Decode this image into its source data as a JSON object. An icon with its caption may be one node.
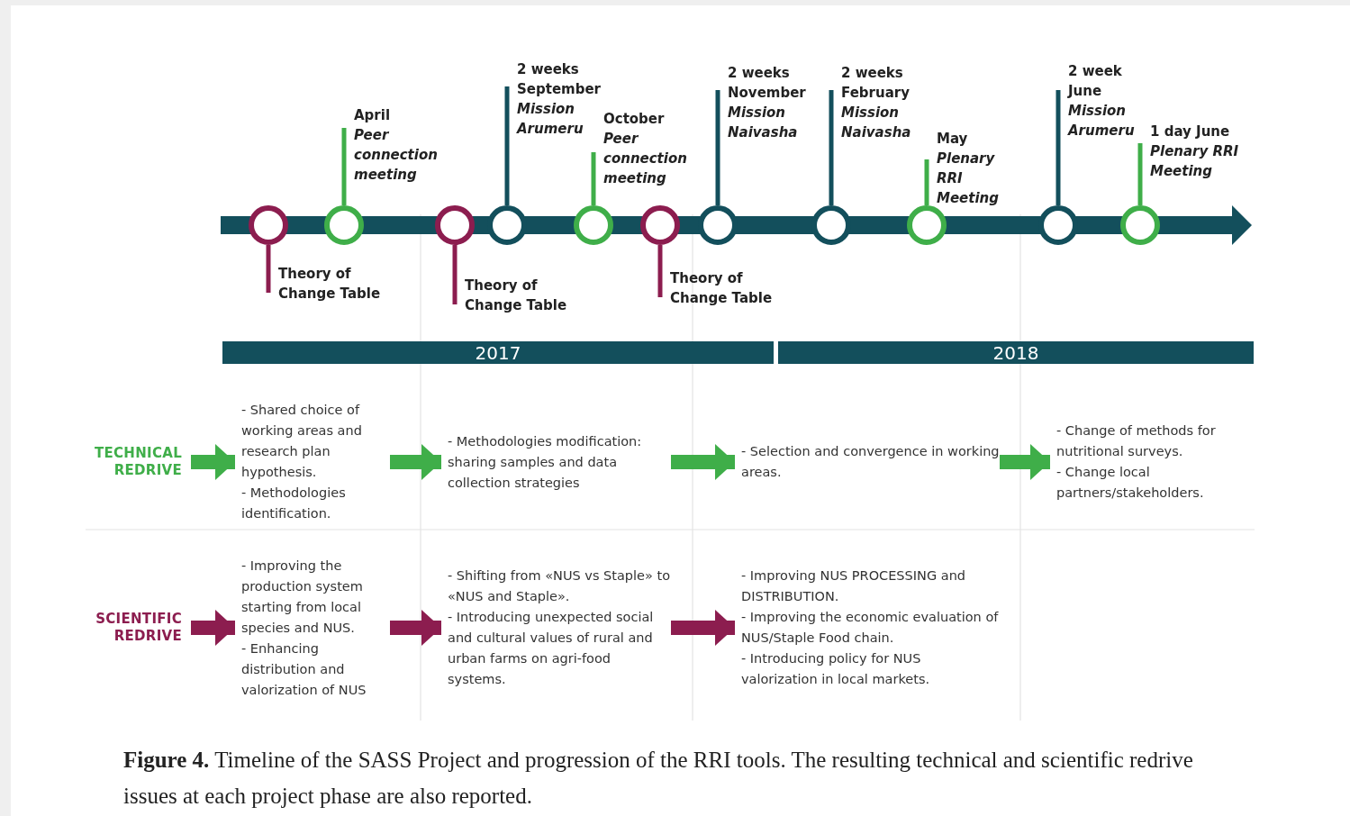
{
  "diagram": {
    "caption": "**Figure 4.** Timeline of the SASS Project and progression of the RRI tools. The resulting technical and scientific redrive issues at each project phase are also reported.",
    "nodes": [
      {
        "text": [
          "Theory of Change Table"
        ]
      },
      {
        "text": [],
        "shape": "circle"
      },
      {
        "text": [
          "April",
          "Peer connection meeting"
        ]
      },
      {
        "text": [],
        "shape": "circle"
      },
      {
        "text": [
          "Theory of Change Table"
        ]
      },
      {
        "text": [],
        "shape": "circle"
      },
      {
        "text": [
          "2 weeks September",
          "Mission Arumeru"
        ]
      },
      {
        "text": [],
        "shape": "circle"
      },
      {
        "text": [
          "October",
          "Peer connection meeting"
        ]
      },
      {
        "text": [],
        "shape": "circle"
      },
      {
        "text": [
          "Theory of Change Table"
        ]
      },
      {
        "text": [],
        "shape": "circle"
      },
      {
        "text": [
          "2 weeks November",
          "Mission Naivasha"
        ]
      },
      {
        "text": [],
        "shape": "circle"
      },
      {
        "text": [
          "2 weeks February",
          "Mission Naivasha"
        ]
      },
      {
        "text": [],
        "shape": "circle"
      },
      {
        "text": [
          "May",
          "Plenary RRI Meeting"
        ]
      },
      {
        "text": [],
        "shape": "circle"
      },
      {
        "text": [
          "2 week June",
          "Mission Arumeru"
        ]
      },
      {
        "text": [],
        "shape": "circle"
      },
      {
        "text": [
          "1 day June",
          "Plenary RRI Meeting"
        ]
      },
      {
        "text": [],
        "shape": "circle"
      },
      {
        "text": [
          "2017"
        ]
      },
      {
        "text": [
          "2018"
        ]
      },
      {
        "text": [
          "TECHNICAL REDRIVE"
        ]
      },
      {
        "text": [
          "- Shared choice of working areas and research plan hypothesis.",
          "- Methodologies identification."
        ]
      },
      {
        "text": [
          "- Methodologies modification: sharing samples and data collection strategies"
        ]
      },
      {
        "text": [
          "- Selection and convergence in working areas."
        ]
      },
      {
        "text": [
          "- Change of methods for nutritional surveys.",
          "- Change local partners/stakeholders."
        ]
      },
      {
        "text": [
          "SCIENTIFIC REDRIVE"
        ]
      },
      {
        "text": [
          "- Improving the production  system starting from local species and NUS.",
          "- Enhancing distribution and valorization of NUS"
        ]
      },
      {
        "text": [
          "- Shifting from «NUS vs Staple» to «NUS and Staple».",
          "- Introducing unexpected social and cultural values of rural and urban farms on agri-food systems."
        ]
      },
      {
        "text": [
          "- Improving NUS PROCESSING and DISTRIBUTION.",
          "- Improving the economic evaluation of NUS/Staple Food chain.",
          "- Introducing policy for NUS valorization in local markets."
        ]
      }
    ],
    "edges": [
      {
        "from": 0,
        "to": 1,
        "arrow": "none",
        "color": "#8c1d4f"
      },
      {
        "from": 2,
        "to": 3,
        "arrow": "none",
        "color": "#3fae49"
      },
      {
        "from": 4,
        "to": 5,
        "arrow": "none",
        "color": "#8c1d4f"
      },
      {
        "from": 6,
        "to": 7,
        "arrow": "none",
        "color": "#134f5c"
      },
      {
        "from": 8,
        "to": 9,
        "arrow": "none",
        "color": "#3fae49"
      },
      {
        "from": 10,
        "to": 11,
        "arrow": "none",
        "color": "#8c1d4f"
      },
      {
        "from": 12,
        "to": 13,
        "arrow": "none",
        "color": "#134f5c"
      },
      {
        "from": 14,
        "to": 15,
        "arrow": "none",
        "color": "#134f5c"
      },
      {
        "from": 16,
        "to": 17,
        "arrow": "none",
        "color": "#3fae49"
      },
      {
        "from": 18,
        "to": 19,
        "arrow": "none",
        "color": "#134f5c"
      },
      {
        "from": 20,
        "to": 21,
        "arrow": "none",
        "color": "#3fae49"
      },
      {
        "from": 24,
        "to": 25,
        "arrow": "to",
        "style": "thick",
        "color": "#3fae49"
      },
      {
        "from": 25,
        "to": 26,
        "arrow": "to",
        "style": "thick",
        "color": "#3fae49"
      },
      {
        "from": 26,
        "to": 27,
        "arrow": "to",
        "style": "thick",
        "color": "#3fae49"
      },
      {
        "from": 27,
        "to": 28,
        "arrow": "to",
        "style": "thick",
        "color": "#3fae49"
      },
      {
        "from": 29,
        "to": 30,
        "arrow": "to",
        "style": "thick",
        "color": "#8c1d4f"
      },
      {
        "from": 30,
        "to": 31,
        "arrow": "to",
        "style": "thick",
        "color": "#8c1d4f"
      },
      {
        "from": 31,
        "to": 32,
        "arrow": "to",
        "style": "thick",
        "color": "#8c1d4f"
      }
    ]
  }
}
